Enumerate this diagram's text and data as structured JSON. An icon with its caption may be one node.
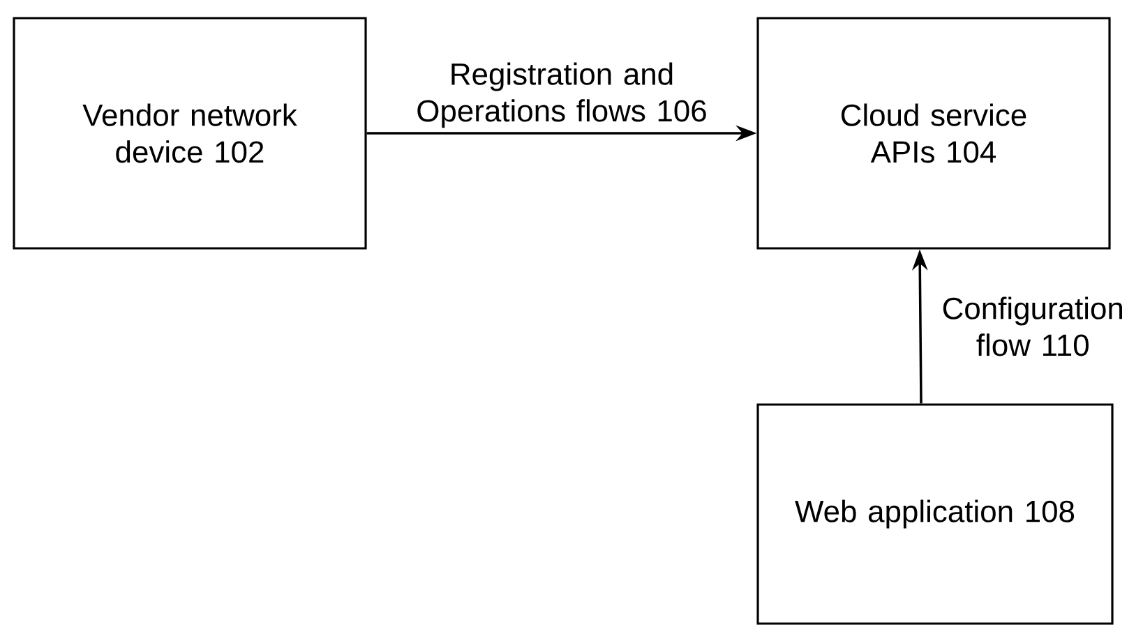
{
  "diagram": {
    "nodes": [
      {
        "text": [
          "Vendor network device 102"
        ]
      },
      {
        "text": [
          "Cloud service APIs 104"
        ]
      },
      {
        "text": [
          "Web application 108"
        ]
      }
    ],
    "edges": [
      {
        "from": 0,
        "to": 1,
        "arrow": "to",
        "label": "Registration and Operations flows 106"
      },
      {
        "from": 2,
        "to": 1,
        "arrow": "to",
        "label": "Configuration flow 110"
      }
    ]
  }
}
